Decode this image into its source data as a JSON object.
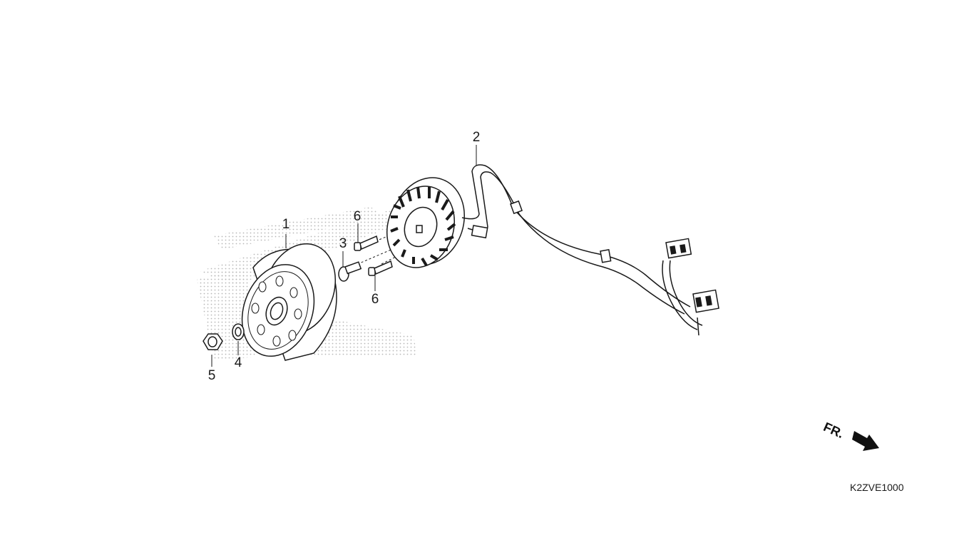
{
  "diagram": {
    "callouts": [
      {
        "id": "1",
        "label": "1"
      },
      {
        "id": "2",
        "label": "2"
      },
      {
        "id": "3",
        "label": "3"
      },
      {
        "id": "4",
        "label": "4"
      },
      {
        "id": "5",
        "label": "5"
      },
      {
        "id": "6a",
        "label": "6"
      },
      {
        "id": "6b",
        "label": "6"
      }
    ],
    "front_indicator": "FR.",
    "figure_code": "K2ZVE1000"
  },
  "colors": {
    "line": "#1a1a1a",
    "watermark_dot": "#b8b8b8",
    "fill": "#ffffff"
  }
}
